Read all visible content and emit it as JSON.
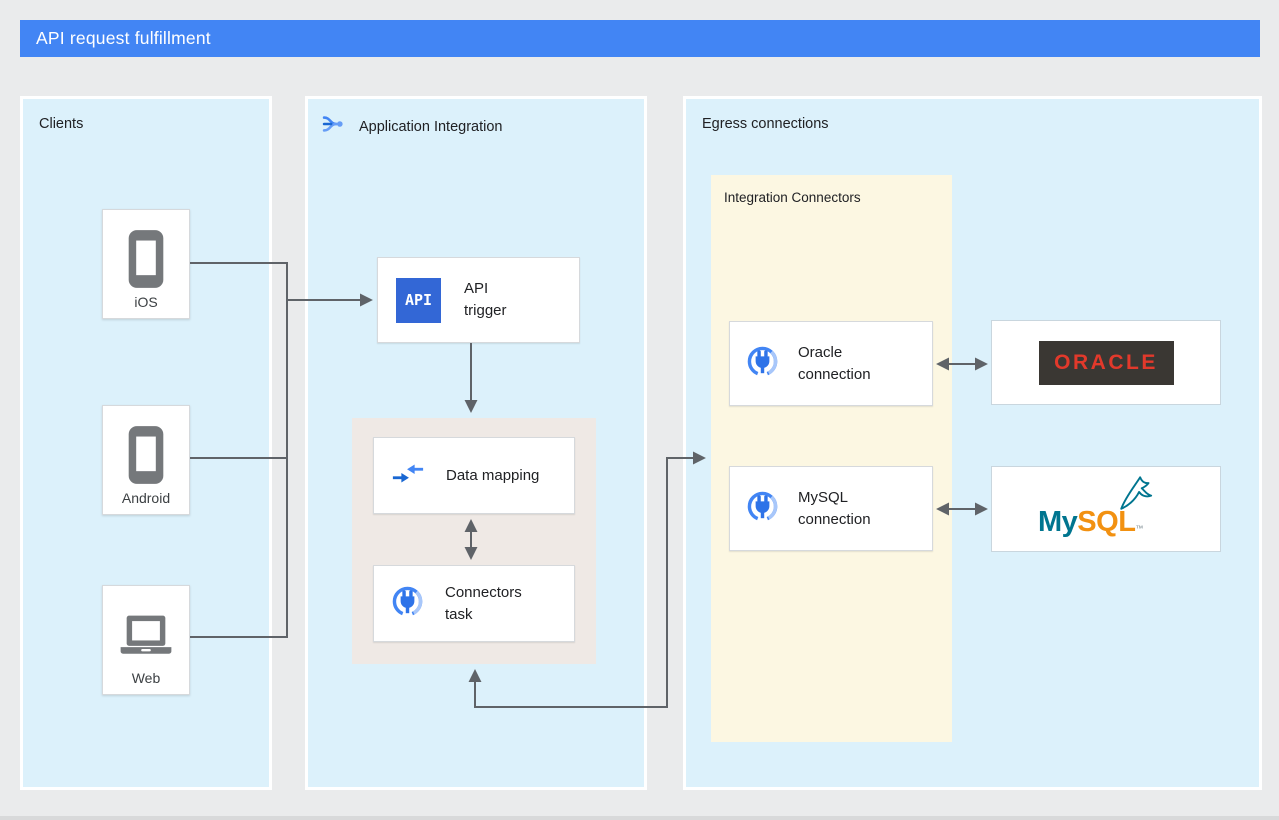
{
  "header": {
    "title": "API request fulfillment"
  },
  "clients_panel": {
    "title": "Clients",
    "items": [
      {
        "label": "iOS",
        "icon": "smartphone-icon"
      },
      {
        "label": "Android",
        "icon": "smartphone-icon"
      },
      {
        "label": "Web",
        "icon": "laptop-icon"
      }
    ]
  },
  "integration_panel": {
    "title": "Application Integration",
    "icon": "application-integration-icon",
    "api_trigger": {
      "badge": "API",
      "label": "API trigger"
    },
    "data_mapping": {
      "label": "Data mapping",
      "icon": "data-mapping-icon"
    },
    "connectors_task": {
      "label": "Connectors task",
      "icon": "connector-plug-icon"
    }
  },
  "egress_panel": {
    "title": "Egress connections",
    "integration_connectors": {
      "title": "Integration Connectors",
      "oracle_connection": {
        "label": "Oracle connection",
        "icon": "connector-plug-icon"
      },
      "mysql_connection": {
        "label": "MySQL connection",
        "icon": "connector-plug-icon"
      }
    },
    "oracle": {
      "wordmark": "ORACLE"
    },
    "mysql": {
      "wordmark_my": "My",
      "wordmark_sql": "SQL",
      "trademark": "™"
    }
  },
  "colors": {
    "header_bg": "#4285F4",
    "page_bg": "#EAEBEC",
    "panel_bg": "#DCF1FB",
    "connectors_box_bg": "#FCF7E2",
    "task_group_bg": "#EFE9E5",
    "wire_gray": "#5F6368",
    "google_blue": "#4285F4",
    "api_badge_blue": "#3367D6",
    "oracle_red": "#E2392B",
    "oracle_dark": "#3A3733",
    "mysql_teal": "#00758F",
    "mysql_orange": "#F29111",
    "device_gray": "#75787B"
  }
}
